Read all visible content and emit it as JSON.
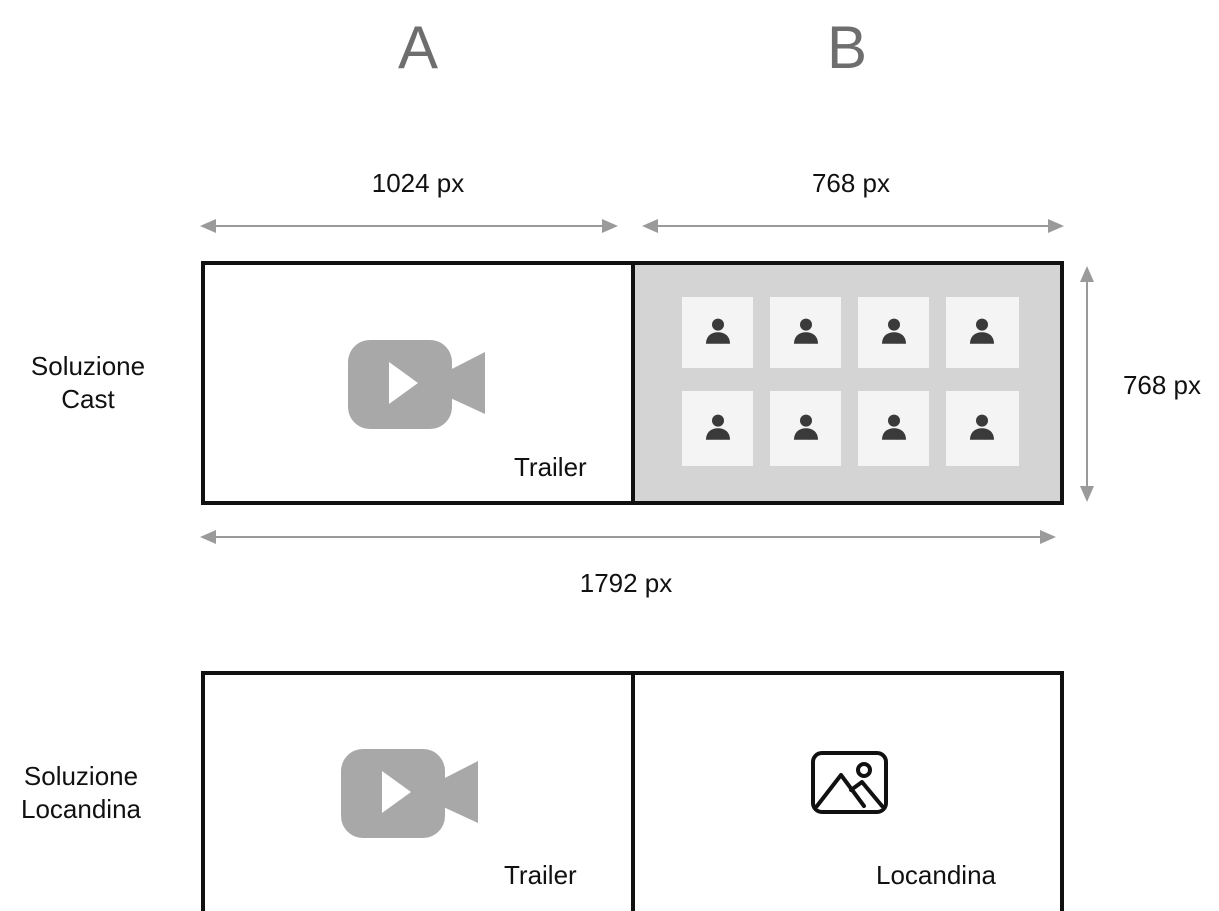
{
  "columns": {
    "a": "A",
    "b": "B"
  },
  "dimensions": {
    "a_width": "1024 px",
    "b_width": "768 px",
    "height": "768 px",
    "total_width": "1792 px"
  },
  "rows": {
    "cast": {
      "label_line1": "Soluzione",
      "label_line2": "Cast",
      "left_caption": "Trailer"
    },
    "poster": {
      "label_line1": "Soluzione",
      "label_line2": "Locandina",
      "left_caption": "Trailer",
      "right_caption": "Locandina"
    }
  },
  "cast_grid": {
    "rows": 2,
    "columns": 4
  },
  "icons": {
    "video": "video-camera-icon",
    "person": "person-icon",
    "image": "image-icon"
  },
  "colors": {
    "frame": "#111111",
    "cast_panel_bg": "#d4d4d4",
    "cast_tile_bg": "#f4f4f4",
    "person": "#3a3a3a",
    "video_icon": "#a8a8a8",
    "arrow": "#9a9a9a",
    "letter": "#6e6e6e"
  }
}
